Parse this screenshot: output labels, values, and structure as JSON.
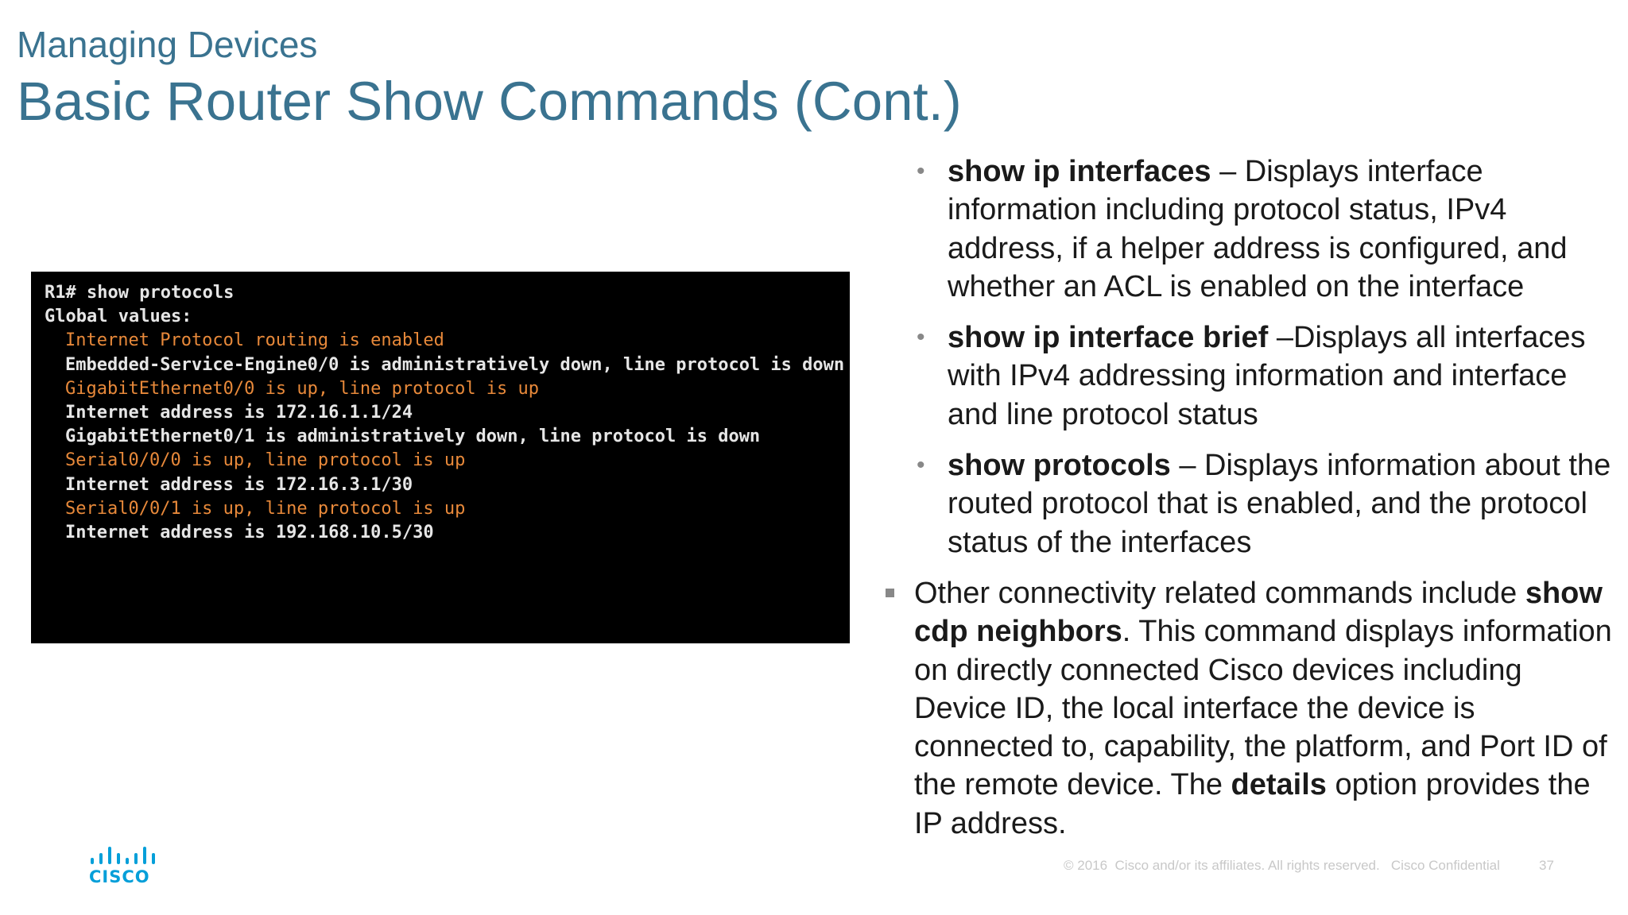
{
  "header": {
    "section": "Managing Devices",
    "title": "Basic Router Show Commands (Cont.)"
  },
  "terminal": {
    "lines": [
      "R1# show protocols",
      "Global values:",
      "Internet Protocol routing is enabled",
      "Embedded-Service-Engine0/0 is administratively down, line protocol is down",
      "GigabitEthernet0/0 is up, line protocol is up",
      "Internet address is 172.16.1.1/24",
      "GigabitEthernet0/1 is administratively down, line protocol is down",
      "Serial0/0/0 is up, line protocol is up",
      "Internet address is 172.16.3.1/30",
      "Serial0/0/1 is up, line protocol is up",
      "Internet address is 192.168.10.5/30"
    ],
    "colors": {
      "background": "#000000",
      "text": "#e6e6e6",
      "highlight": "#e8893a"
    }
  },
  "bullets": {
    "sub_items": [
      {
        "command": "show ip interfaces",
        "text": " – Displays interface information including protocol status, IPv4 address, if a helper address is configured, and whether an ACL is enabled on the interface"
      },
      {
        "command": "show ip interface brief",
        "text": " –Displays all interfaces with IPv4 addressing information and interface and line protocol status"
      },
      {
        "command": "show protocols",
        "text": " – Displays information about the routed protocol that is enabled, and the protocol status of the interfaces"
      }
    ],
    "main_item": {
      "text1": "Other connectivity related commands include ",
      "bold1": "show cdp neighbors",
      "text2": ".  This command displays information on directly connected Cisco devices including Device ID, the local interface the device is connected to, capability, the platform, and Port ID of the remote device.  The ",
      "bold2": "details",
      "text3": " option provides the IP address."
    }
  },
  "footer": {
    "logo_text": "CISCO",
    "copyright": "© 2016  Cisco and/or its affiliates. All rights reserved.   Cisco Confidential",
    "page_number": "37"
  },
  "colors": {
    "title": "#3a7390",
    "brand": "#049fd9",
    "bullet": "#888888"
  }
}
